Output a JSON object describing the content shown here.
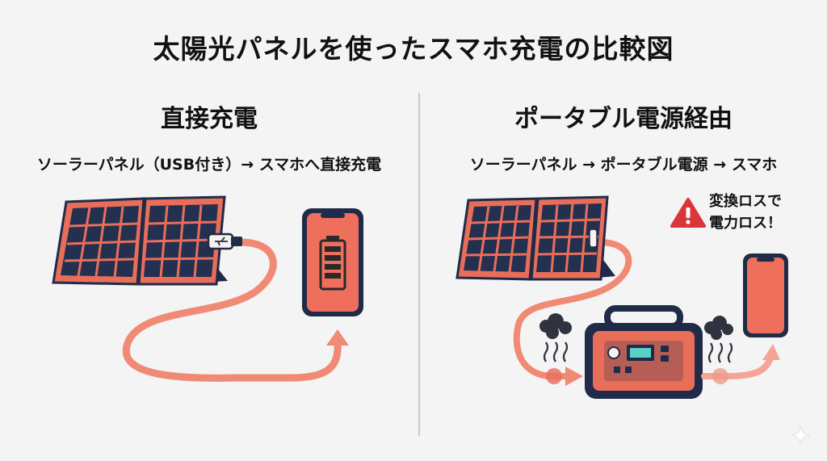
{
  "title": "太陽光パネルを使ったスマホ充電の比較図",
  "left": {
    "heading": "直接充電",
    "caption": "ソーラーパネル（USB付き）→ スマホへ直接充電"
  },
  "right": {
    "heading": "ポータブル電源経由",
    "caption": "ソーラーパネル → ポータブル電源 → スマホ",
    "warning_line1": "変換ロスで",
    "warning_line2": "電力ロス！"
  },
  "colors": {
    "panel_cell": "#24304f",
    "panel_frame": "#e96e5a",
    "cable": "#f08a74",
    "outline": "#1f2b49",
    "warning": "#d9363a",
    "background": "#f4f4f4"
  },
  "icons": [
    "usb-plug-icon",
    "battery-icon",
    "warning-icon",
    "smoke-icon",
    "heat-wave-icon",
    "sparkle-icon"
  ]
}
